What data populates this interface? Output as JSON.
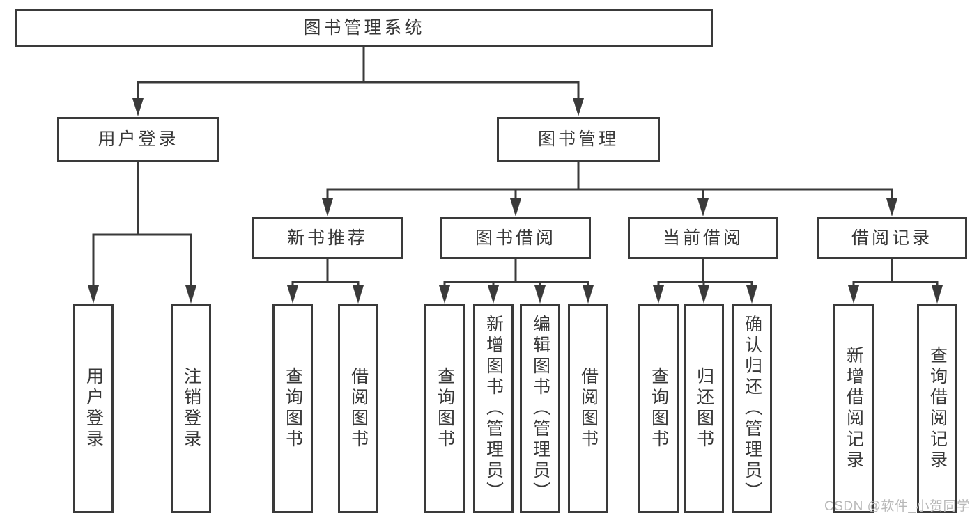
{
  "diagram": {
    "root": {
      "label": "图书管理系统"
    },
    "level2": {
      "user_login": {
        "label": "用户登录"
      },
      "book_management": {
        "label": "图书管理"
      }
    },
    "level3": {
      "new_book_recommend": {
        "label": "新书推荐"
      },
      "book_borrow": {
        "label": "图书借阅"
      },
      "current_borrow": {
        "label": "当前借阅"
      },
      "borrow_records": {
        "label": "借阅记录"
      }
    },
    "leaves": {
      "user_login": {
        "label": "用户登录"
      },
      "logout": {
        "label": "注销登录"
      },
      "query_books_1": {
        "label": "查询图书"
      },
      "borrow_books_1": {
        "label": "借阅图书"
      },
      "query_books_2": {
        "label": "查询图书"
      },
      "add_book_admin": {
        "label": "新增图书（管理员）"
      },
      "edit_book_admin": {
        "label": "编辑图书（管理员）"
      },
      "borrow_books_2": {
        "label": "借阅图书"
      },
      "query_books_3": {
        "label": "查询图书"
      },
      "return_books": {
        "label": "归还图书"
      },
      "confirm_return_admin": {
        "label": "确认归还（管理员）"
      },
      "add_borrow_record": {
        "label": "新增借阅记录"
      },
      "query_borrow_record": {
        "label": "查询借阅记录"
      }
    },
    "styles": {
      "line_color": "#3a3a3a",
      "text_color": "#383838",
      "box_background": "#ffffff",
      "watermark_color": "#b8b8b8"
    }
  },
  "watermark": "CSDN @软件_小贺同学"
}
